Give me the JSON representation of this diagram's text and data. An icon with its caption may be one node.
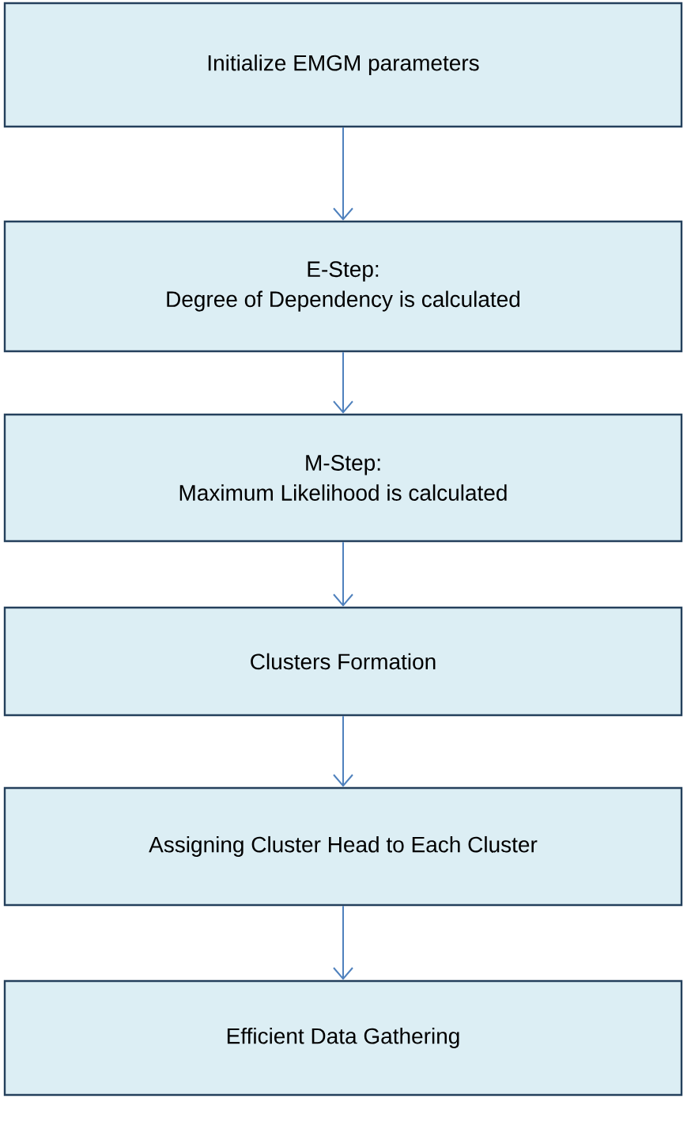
{
  "diagram": {
    "nodes": [
      {
        "text": [
          "Initialize EMGM parameters"
        ]
      },
      {
        "text": [
          "E-Step:",
          "Degree of Dependency is calculated"
        ]
      },
      {
        "text": [
          "M-Step:",
          "Maximum Likelihood is calculated"
        ]
      },
      {
        "text": [
          "Clusters Formation"
        ]
      },
      {
        "text": [
          "Assigning Cluster Head to Each Cluster"
        ]
      },
      {
        "text": [
          "Efficient Data Gathering"
        ]
      }
    ],
    "edges": [
      {
        "from": 0,
        "to": 1,
        "arrow": "to"
      },
      {
        "from": 1,
        "to": 2,
        "arrow": "to"
      },
      {
        "from": 2,
        "to": 3,
        "arrow": "to"
      },
      {
        "from": 3,
        "to": 4,
        "arrow": "to"
      },
      {
        "from": 4,
        "to": 5,
        "arrow": "to"
      }
    ]
  }
}
